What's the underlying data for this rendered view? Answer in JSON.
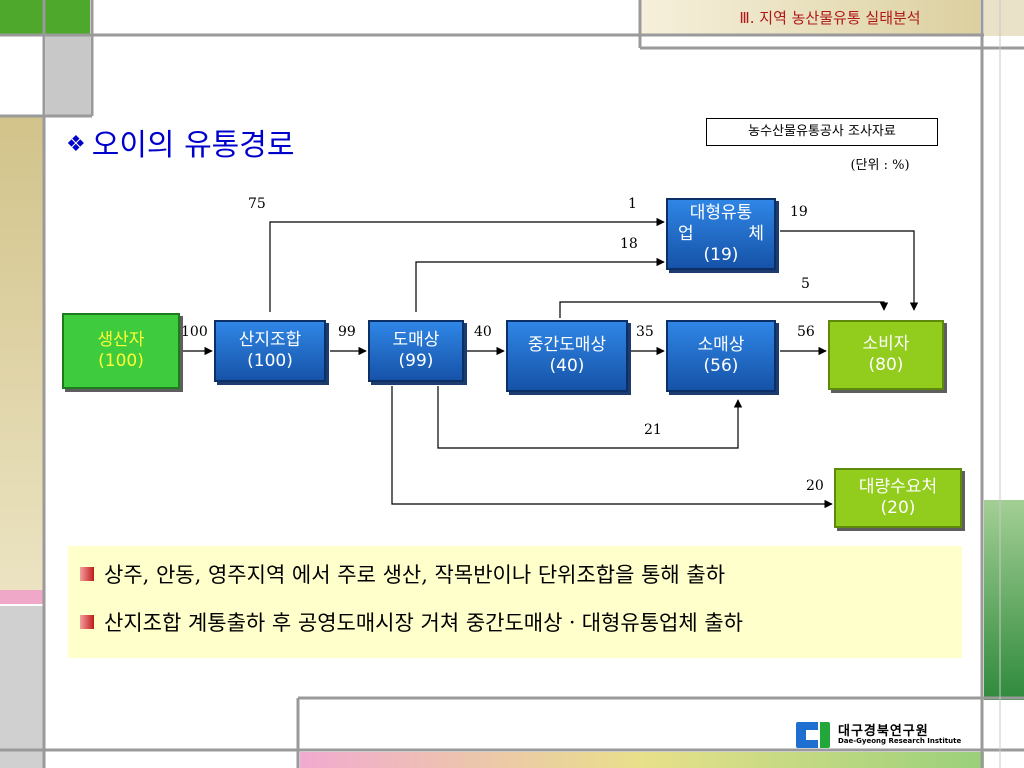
{
  "header": {
    "section_title": "Ⅲ. 지역 농산물유통 실태분석"
  },
  "slide": {
    "title_marker": "❖",
    "title": "오이의 유통경로",
    "source": "농수산물유통공사 조사자료",
    "unit": "(단위 : %)"
  },
  "nodes": {
    "producer": {
      "line1": "생산자",
      "line2": "(100)"
    },
    "coop": {
      "line1": "산지조합",
      "line2": "(100)"
    },
    "wholesaler": {
      "line1": "도매상",
      "line2": "(99)"
    },
    "mid_wholesaler": {
      "line1": "중간도매상",
      "line2": "(40)"
    },
    "retailer": {
      "line1": "소매상",
      "line2": "(56)"
    },
    "consumer": {
      "line1": "소비자",
      "line2": "(80)"
    },
    "large_distributor": {
      "line1": "대형유통",
      "line2a": "업",
      "line2b": "체",
      "line3": "(19)"
    },
    "bulk_buyer": {
      "line1": "대량수요처",
      "line2": "(20)"
    }
  },
  "flows": {
    "producer_to_coop": "100",
    "coop_to_wholesaler": "99",
    "wholesaler_to_mid": "40",
    "mid_to_retailer": "35",
    "retailer_to_consumer": "56",
    "coop_to_large": "75",
    "mid_to_large": "1",
    "wholesaler_to_large": "18",
    "large_to_consumer": "19",
    "mid_to_consumer": "5",
    "wholesaler_to_retailer": "21",
    "wholesaler_to_bulk": "20"
  },
  "notes": [
    "상주, 안동, 영주지역 에서 주로 생산, 작목반이나 단위조합을 통해 출하",
    "산지조합 계통출하 후 공영도매시장 거쳐 중간도매상ㆍ대형유통업체 출하"
  ],
  "footer": {
    "logo_name_kr": "대구경북연구원",
    "logo_name_en": "Dae-Gyeong Research Institute"
  },
  "colors": {
    "box_blue": "#1f6fd0",
    "box_green": "#3ecb3e",
    "box_lime": "#92cc1c",
    "title_blue": "#0000cc",
    "note_bg": "#ffffcc"
  }
}
